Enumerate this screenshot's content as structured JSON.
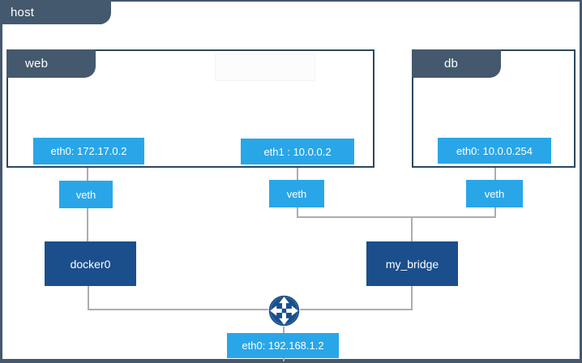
{
  "host": {
    "label": "host"
  },
  "containers": {
    "web": {
      "label": "web",
      "eth0": {
        "label": "eth0: 172.17.0.2"
      },
      "eth1": {
        "label": "eth1 : 10.0.0.2"
      }
    },
    "db": {
      "label": "db",
      "eth0": {
        "label": "eth0: 10.0.0.254"
      }
    }
  },
  "veths": {
    "web_eth0": {
      "label": "veth"
    },
    "web_eth1": {
      "label": "veth"
    },
    "db_eth0": {
      "label": "veth"
    }
  },
  "bridges": {
    "docker0": {
      "label": "docker0"
    },
    "my_bridge": {
      "label": "my_bridge"
    }
  },
  "host_eth0": {
    "label": "eth0: 192.168.1.2"
  },
  "icons": {
    "router": "router-crossed-arrows-icon"
  },
  "colors": {
    "accent_blue": "#29a6e8",
    "navy": "#1b4f8b",
    "slate": "#44596e",
    "container_border": "#2b4860",
    "connector_gray": "#adadad"
  }
}
